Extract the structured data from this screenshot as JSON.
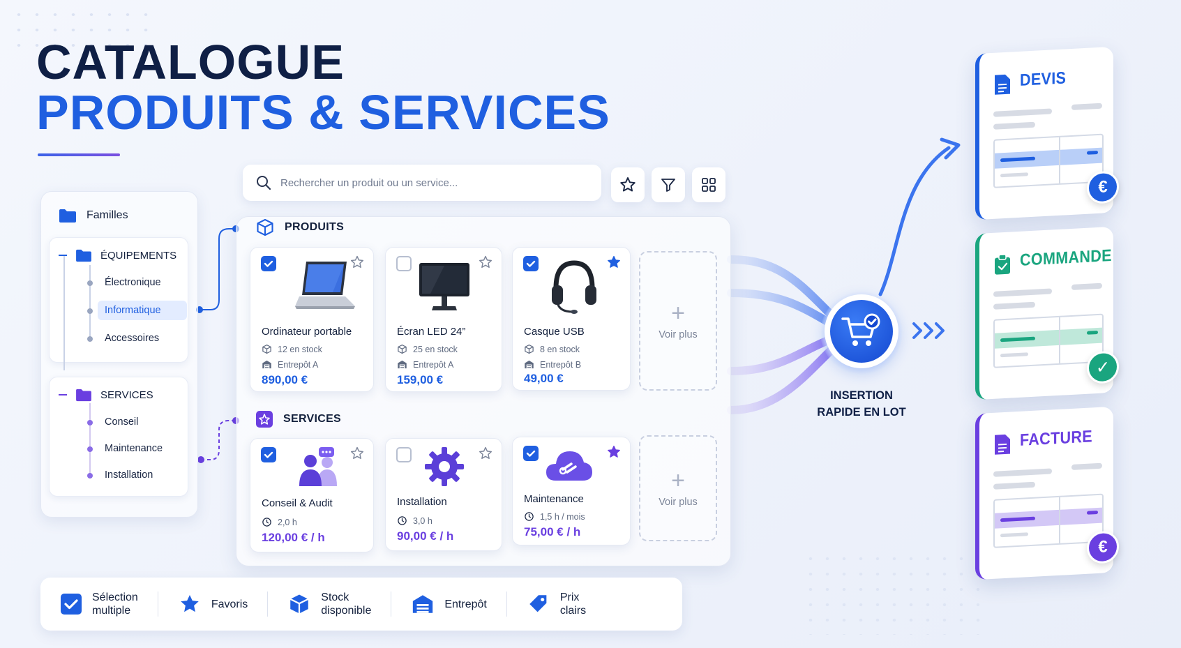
{
  "title": {
    "line1": "CATALOGUE",
    "line2": "PRODUITS & SERVICES"
  },
  "search": {
    "placeholder": "Rechercher un produit ou un service..."
  },
  "toolbar": {
    "favorites": "star-icon",
    "filter": "filter-icon",
    "grid": "grid-icon"
  },
  "families": {
    "header": "Familles",
    "equipements": {
      "label": "ÉQUIPEMENTS",
      "items": [
        "Électronique",
        "Informatique",
        "Accessoires"
      ],
      "selected": "Informatique"
    },
    "services": {
      "label": "SERVICES",
      "items": [
        "Conseil",
        "Maintenance",
        "Installation"
      ]
    }
  },
  "produits": {
    "label": "PRODUITS",
    "cards": [
      {
        "name": "Ordinateur portable",
        "stock": "12 en stock",
        "warehouse": "Entrepôt A",
        "price": "890,00 €",
        "checked": true,
        "favorite": false
      },
      {
        "name": "Écran LED 24”",
        "stock": "25 en stock",
        "warehouse": "Entrepôt A",
        "price": "159,00 €",
        "checked": false,
        "favorite": false
      },
      {
        "name": "Casque USB",
        "stock": "8 en stock",
        "warehouse": "Entrepôt B",
        "price": "49,00 €",
        "checked": true,
        "favorite": true
      }
    ],
    "more": "Voir plus"
  },
  "services": {
    "label": "SERVICES",
    "cards": [
      {
        "name": "Conseil & Audit",
        "duration": "2,0 h",
        "price": "120,00 € / h",
        "checked": true,
        "favorite": false
      },
      {
        "name": "Installation",
        "duration": "3,0 h",
        "price": "90,00 € / h",
        "checked": false,
        "favorite": false
      },
      {
        "name": "Maintenance",
        "duration": "1,5 h / mois",
        "price": "75,00 € / h",
        "checked": true,
        "favorite": true
      }
    ],
    "more": "Voir plus"
  },
  "hub": {
    "line1": "INSERTION",
    "line2": "RAPIDE EN LOT"
  },
  "documents": [
    {
      "title": "DEVIS",
      "color": "#1f5fe0",
      "badge": "€"
    },
    {
      "title": "COMMANDE",
      "color": "#1aa57f",
      "badge": "✓"
    },
    {
      "title": "FACTURE",
      "color": "#6a3fe0",
      "badge": "€"
    }
  ],
  "legend": [
    {
      "line1": "Sélection",
      "line2": "multiple",
      "icon": "checkbox-icon"
    },
    {
      "line1": "Favoris",
      "line2": "",
      "icon": "star-icon"
    },
    {
      "line1": "Stock",
      "line2": "disponible",
      "icon": "box-icon"
    },
    {
      "line1": "Entrepôt",
      "line2": "",
      "icon": "warehouse-icon"
    },
    {
      "line1": "Prix",
      "line2": "clairs",
      "icon": "price-tag-icon"
    }
  ],
  "colors": {
    "primary": "#1f5fe0",
    "navy": "#0f1f45",
    "green": "#1aa57f",
    "purple": "#6a3fe0"
  }
}
